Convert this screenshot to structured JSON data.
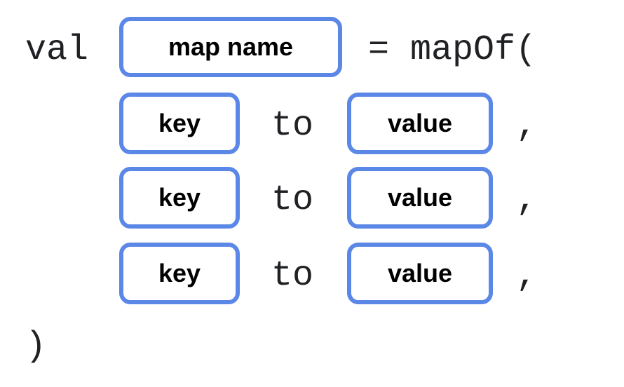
{
  "declaration": {
    "keyword": "val",
    "name_placeholder": "map name",
    "assignment": "= mapOf("
  },
  "pairs": [
    {
      "key": "key",
      "infix": "to",
      "value": "value",
      "separator": ","
    },
    {
      "key": "key",
      "infix": "to",
      "value": "value",
      "separator": ","
    },
    {
      "key": "key",
      "infix": "to",
      "value": "value",
      "separator": ","
    }
  ],
  "closing": ")",
  "colors": {
    "box_border": "#5b87e6",
    "code_text": "#202124",
    "label_text": "#000000",
    "background": "#ffffff"
  }
}
